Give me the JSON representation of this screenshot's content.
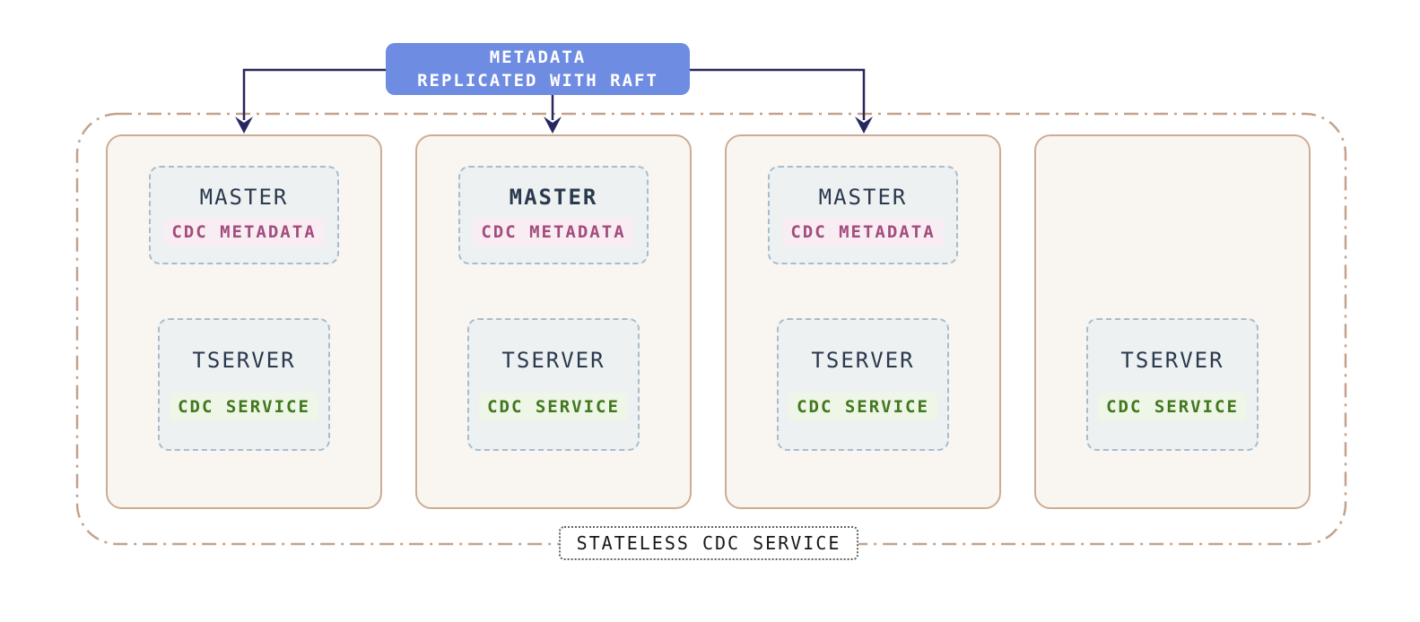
{
  "diagram": {
    "raft_box": {
      "line1": "METADATA",
      "line2": "REPLICATED WITH RAFT"
    },
    "container_label": "STATELESS CDC SERVICE",
    "nodes": [
      {
        "master_label": "MASTER",
        "master_badge": "CDC METADATA",
        "master_is_leader": false,
        "tserver_label": "TSERVER",
        "tserver_badge": "CDC SERVICE"
      },
      {
        "master_label": "MASTER",
        "master_badge": "CDC METADATA",
        "master_is_leader": true,
        "tserver_label": "TSERVER",
        "tserver_badge": "CDC SERVICE"
      },
      {
        "master_label": "MASTER",
        "master_badge": "CDC METADATA",
        "master_is_leader": false,
        "tserver_label": "TSERVER",
        "tserver_badge": "CDC SERVICE"
      },
      {
        "tserver_label": "TSERVER",
        "tserver_badge": "CDC SERVICE"
      }
    ],
    "colors": {
      "raft_box_bg": "#6e8ce2",
      "raft_box_text": "#ffffff",
      "arrow": "#282760",
      "outer_border": "#c3a28c",
      "node_border": "#cdac94",
      "node_bg": "#f9f6f2",
      "component_border": "#a9bccb",
      "component_bg": "#edf1f1",
      "component_text": "#2b394e",
      "metadata_badge_text": "#a44c7c",
      "metadata_badge_bg": "#f8edf3",
      "service_badge_text": "#42771e",
      "service_badge_bg": "#edf6e7",
      "container_label_text": "#17181c"
    }
  }
}
